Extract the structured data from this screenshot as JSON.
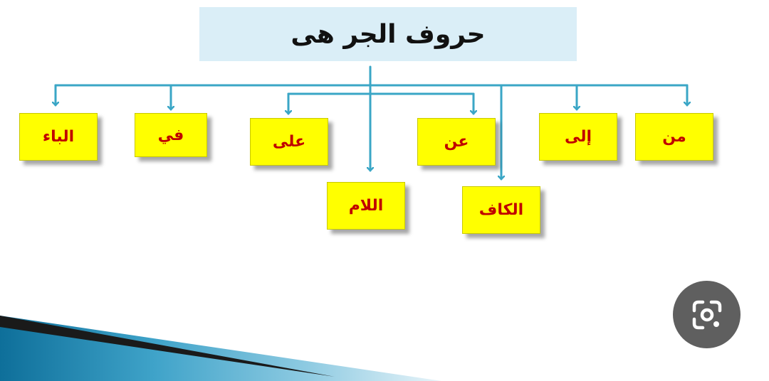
{
  "diagram": {
    "title": "حروف الجر هى",
    "items": {
      "baa": "الباء",
      "fi": "في",
      "ala": "على",
      "an": "عن",
      "ila": "إلى",
      "min": "من",
      "lam": "اللام",
      "kaf": "الكاف"
    }
  },
  "colors": {
    "title_bg": "#daeef7",
    "node_bg": "#ffff00",
    "node_text": "#c00000",
    "connector": "#3aa6c6"
  },
  "icons": {
    "lens": "google-lens-icon"
  }
}
